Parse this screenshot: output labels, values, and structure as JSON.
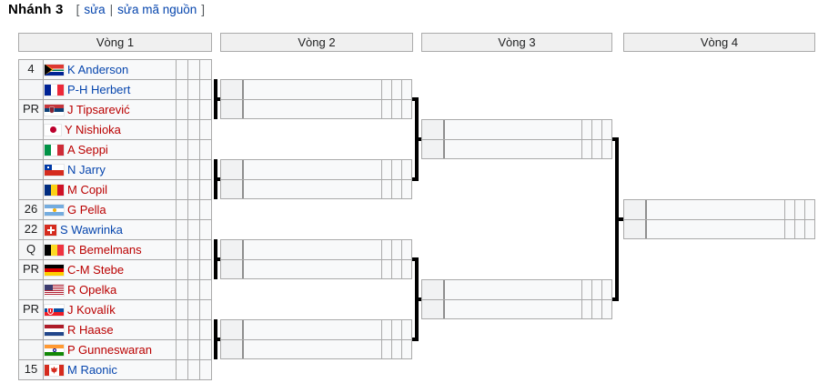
{
  "heading": {
    "title": "Nhánh 3",
    "edit_section": {
      "bracket_open": "[",
      "edit_label": "sửa",
      "separator": "|",
      "edit_source_label": "sửa mã nguồn",
      "bracket_close": "]"
    }
  },
  "rounds": [
    {
      "label": "Vòng 1"
    },
    {
      "label": "Vòng 2"
    },
    {
      "label": "Vòng 3"
    },
    {
      "label": "Vòng 4"
    }
  ],
  "bracket": {
    "score_columns_per_row": 3,
    "link_colors": {
      "has_article_blue": "#0645ad",
      "no_article_red": "#ba0000"
    },
    "players": [
      {
        "seed": "4",
        "flag_code": "rsa",
        "flag_name": "south-africa-flag-icon",
        "name": "K Anderson",
        "link_color": "blue"
      },
      {
        "seed": "",
        "flag_code": "fra",
        "flag_name": "france-flag-icon",
        "name": "P-H Herbert",
        "link_color": "blue"
      },
      {
        "seed": "PR",
        "flag_code": "srb",
        "flag_name": "serbia-flag-icon",
        "name": "J Tipsarević",
        "link_color": "red"
      },
      {
        "seed": "",
        "flag_code": "jpn",
        "flag_name": "japan-flag-icon",
        "name": "Y Nishioka",
        "link_color": "red"
      },
      {
        "seed": "",
        "flag_code": "ita",
        "flag_name": "italy-flag-icon",
        "name": "A Seppi",
        "link_color": "red"
      },
      {
        "seed": "",
        "flag_code": "chi",
        "flag_name": "chile-flag-icon",
        "name": "N Jarry",
        "link_color": "blue"
      },
      {
        "seed": "",
        "flag_code": "rou",
        "flag_name": "romania-flag-icon",
        "name": "M Copil",
        "link_color": "red"
      },
      {
        "seed": "26",
        "flag_code": "arg",
        "flag_name": "argentina-flag-icon",
        "name": "G Pella",
        "link_color": "red"
      },
      {
        "seed": "22",
        "flag_code": "sui",
        "flag_name": "switzerland-flag-icon",
        "name": "S Wawrinka",
        "link_color": "blue"
      },
      {
        "seed": "Q",
        "flag_code": "bel",
        "flag_name": "belgium-flag-icon",
        "name": "R Bemelmans",
        "link_color": "red"
      },
      {
        "seed": "PR",
        "flag_code": "ger",
        "flag_name": "germany-flag-icon",
        "name": "C-M Stebe",
        "link_color": "red"
      },
      {
        "seed": "",
        "flag_code": "usa",
        "flag_name": "united-states-flag-icon",
        "name": "R Opelka",
        "link_color": "red"
      },
      {
        "seed": "PR",
        "flag_code": "svk",
        "flag_name": "slovakia-flag-icon",
        "name": "J Kovalík",
        "link_color": "red"
      },
      {
        "seed": "",
        "flag_code": "ned",
        "flag_name": "netherlands-flag-icon",
        "name": "R Haase",
        "link_color": "red"
      },
      {
        "seed": "",
        "flag_code": "ind",
        "flag_name": "india-flag-icon",
        "name": "P Gunneswaran",
        "link_color": "red"
      },
      {
        "seed": "15",
        "flag_code": "can",
        "flag_name": "canada-flag-icon",
        "name": "M Raonic",
        "link_color": "blue"
      }
    ]
  },
  "colors": {
    "header_bg": "#f0f0f0",
    "cell_bg": "#f8f9fa",
    "grid_border": "#aaaaaa",
    "connector": "#000000"
  }
}
